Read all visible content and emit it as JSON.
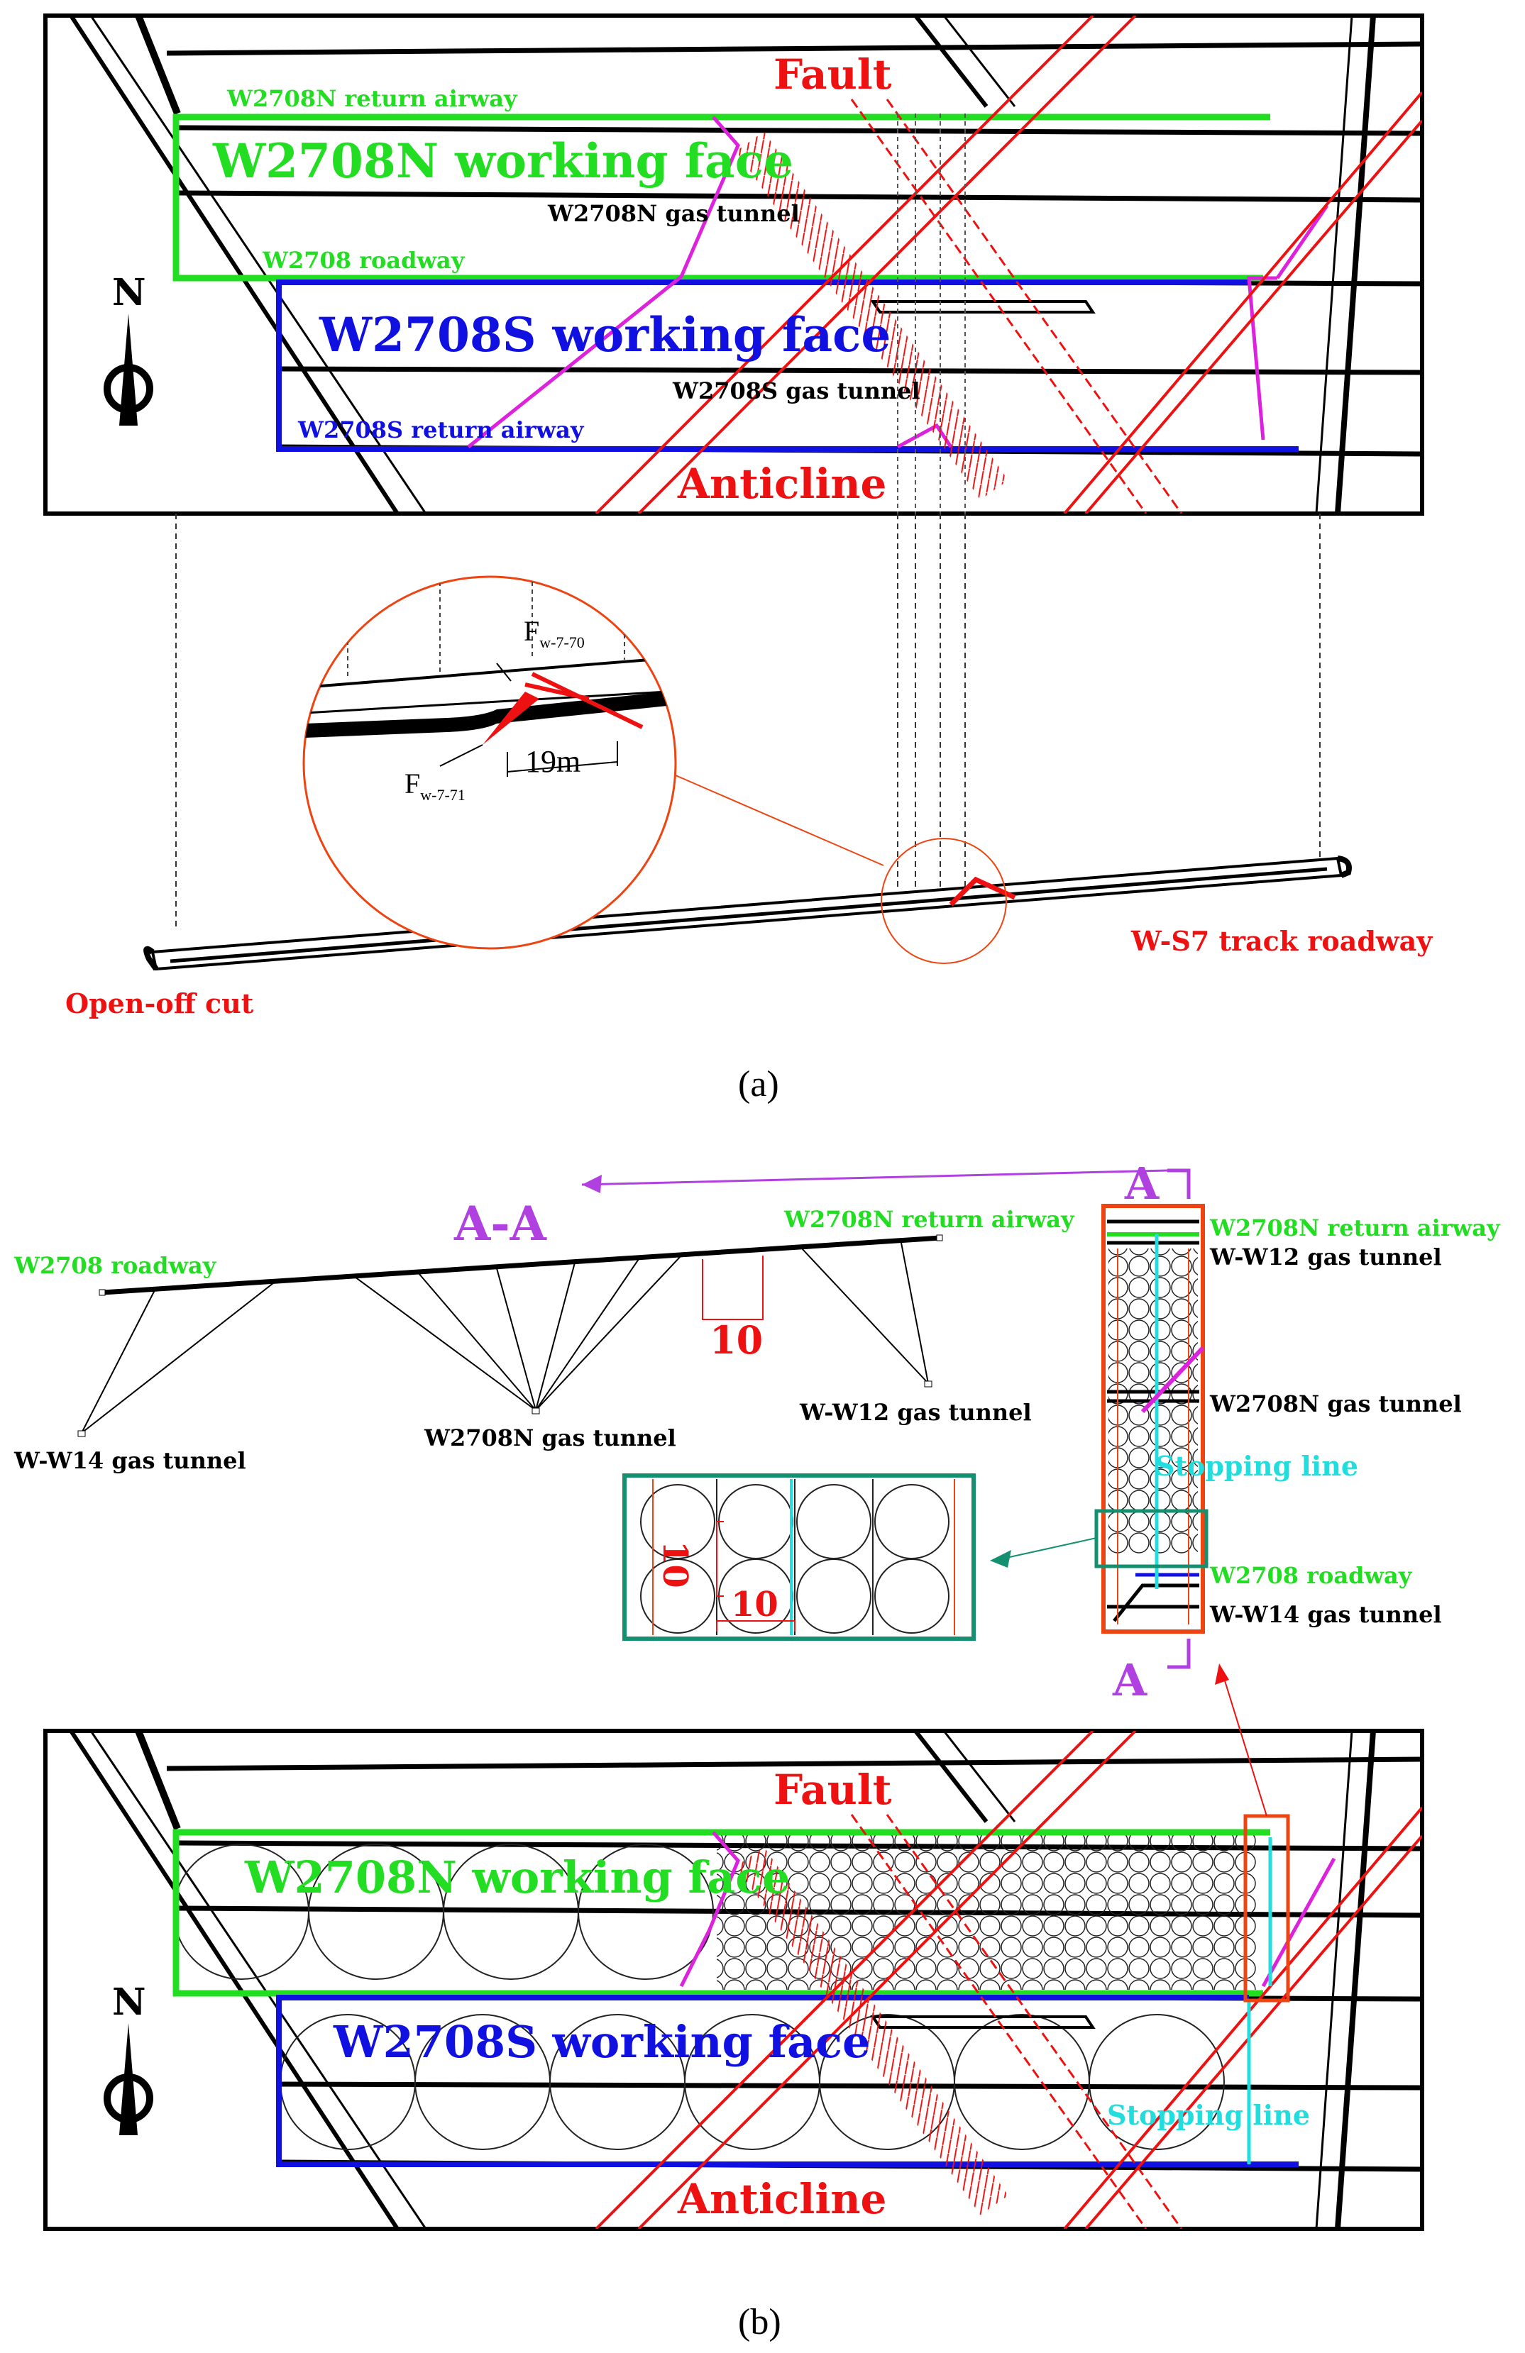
{
  "panel_a": {
    "caption": "(a)",
    "labels": {
      "fault": "Fault",
      "anticline": "Anticline",
      "n_return_airway": "W2708N return airway",
      "n_working_face": "W2708N working face",
      "n_gas_tunnel": "W2708N gas tunnel",
      "roadway": "W2708 roadway",
      "s_working_face": "W2708S working face",
      "s_gas_tunnel": "W2708S gas tunnel",
      "s_return_airway": "W2708S return airway",
      "north": "N",
      "open_off_cut": "Open-off cut",
      "track_roadway": "W-S7 track roadway"
    },
    "detail": {
      "fault_70_main": "F",
      "fault_70_sub": "w-7-70",
      "fault_71_main": "F",
      "fault_71_sub": "w-7-71",
      "distance": "19m"
    }
  },
  "panel_b": {
    "caption": "(b)",
    "section": {
      "title": "A-A",
      "roadway": "W2708 roadway",
      "n_return_airway": "W2708N return airway",
      "spacing": "10",
      "w14_tunnel": "W-W14 gas tunnel",
      "n_gas_tunnel": "W2708N gas tunnel",
      "w12_tunnel": "W-W12 gas tunnel"
    },
    "column": {
      "marker_top": "A",
      "marker_bottom": "A",
      "n_return_airway": "W2708N return airway",
      "w12_tunnel": "W-W12 gas tunnel",
      "n_gas_tunnel": "W2708N gas tunnel",
      "stopping_line": "Stopping line",
      "roadway": "W2708 roadway",
      "w14_tunnel": "W-W14 gas tunnel"
    },
    "zoom": {
      "vertical_spacing": "10",
      "horizontal_spacing": "10"
    },
    "plan": {
      "fault": "Fault",
      "anticline": "Anticline",
      "n_working_face": "W2708N working face",
      "s_working_face": "W2708S working face",
      "stopping_line": "Stopping line",
      "north": "N"
    }
  },
  "colors": {
    "green": "#22dd22",
    "blue": "#1010e0",
    "red": "#ee1111",
    "magenta": "#dd22dd",
    "cyan": "#22dddd",
    "orange": "#ee4411",
    "teal": "#149070",
    "purple": "#b040e0"
  }
}
